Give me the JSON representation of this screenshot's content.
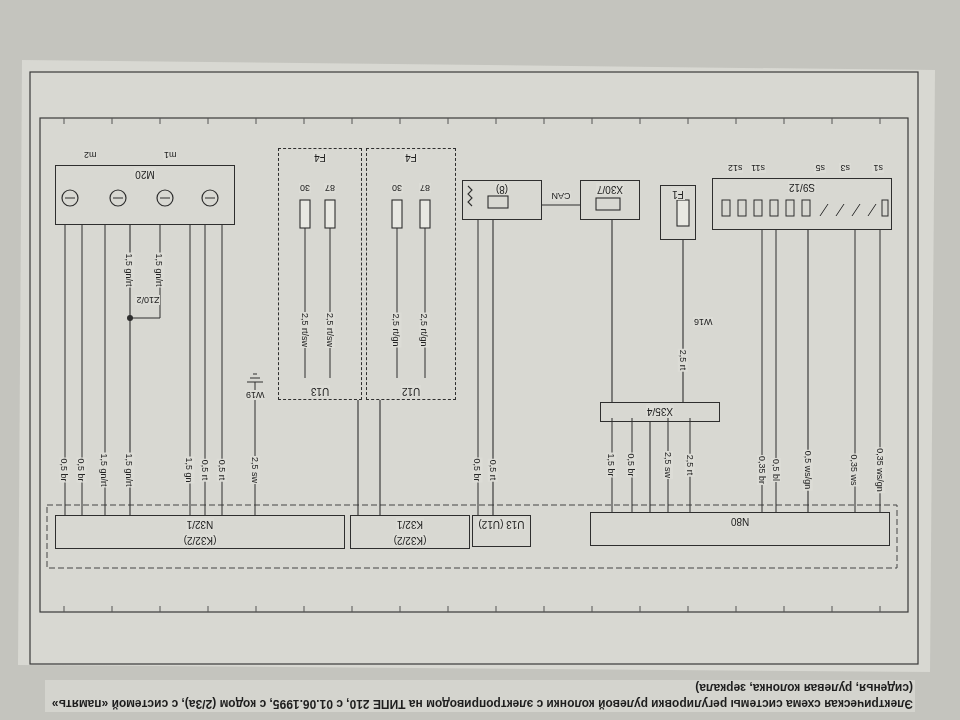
{
  "diagram": {
    "caption": "Электрическая схема системы регулировки рулевой колонки с электроприводом на ТИПЕ 210, с 01.06.1995, с кодом (2/3а), с системой «память» (сиденья, рулевая колонка, зеркала)",
    "nodes": [
      {
        "text": [
          "M20"
        ]
      },
      {
        "text": [
          "F4",
          "U13"
        ]
      },
      {
        "text": [
          "F4",
          "U12"
        ]
      },
      {
        "text": [
          "(8)"
        ]
      },
      {
        "text": [
          "X30/7"
        ]
      },
      {
        "text": [
          "F1"
        ]
      },
      {
        "text": [
          "S9/12"
        ]
      },
      {
        "text": [
          "X35/4"
        ]
      },
      {
        "text": [
          "N32/1",
          "(K32/2)"
        ]
      },
      {
        "text": [
          "K32/1",
          "(K32/2)"
        ]
      },
      {
        "text": [
          "U13 (U12)"
        ]
      },
      {
        "text": [
          "N80"
        ]
      }
    ],
    "edges": [
      {
        "from": 0,
        "to": 8,
        "arrow": "none"
      },
      {
        "from": 1,
        "to": 9,
        "arrow": "none"
      },
      {
        "from": 2,
        "to": 9,
        "arrow": "none"
      },
      {
        "from": 3,
        "to": 10,
        "arrow": "none"
      },
      {
        "from": 3,
        "to": 4,
        "label": "CAN",
        "arrow": "none"
      },
      {
        "from": 4,
        "to": 7,
        "arrow": "none"
      },
      {
        "from": 5,
        "to": 7,
        "arrow": "none"
      },
      {
        "from": 7,
        "to": 11,
        "arrow": "none"
      },
      {
        "from": 6,
        "to": 11,
        "arrow": "none"
      }
    ],
    "labels": [
      "m2",
      "m1",
      "1,5 gn/rt",
      "1,5 gn/rt",
      "Z10/2",
      "0,5 br",
      "0,5 br",
      "1,5 gn/rt",
      "1,5 gn/rt",
      "1,5 gn",
      "0,5 rt",
      "0,5 rt",
      "W19",
      "2,5 sw",
      "30",
      "87",
      "30",
      "87",
      "2,5 rt/sw",
      "2,5 rt/sw",
      "2,5 rt/gn",
      "2,5 rt/gn",
      "0,5 br",
      "0,5 rt",
      "W16",
      "2,5 rt",
      "1,5 br",
      "0,5 br",
      "2,5 sw",
      "2,5 rt",
      "0,35 br",
      "0,5 bl",
      "0,5 ws/gn",
      "0,35 ws",
      "0,35 ws/gn",
      "s12",
      "s11",
      "s5",
      "s3",
      "s1"
    ]
  }
}
